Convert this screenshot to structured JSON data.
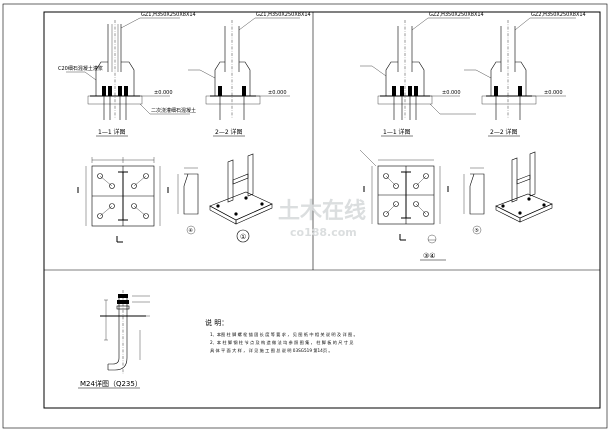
{
  "sheet": {
    "watermark": {
      "brand": "土木在线",
      "sub": "co188.com"
    }
  },
  "panel_a": {
    "section_1_label": "1—1 详图",
    "section_2_label": "2—2 详图",
    "section_1_leader": "GZ1,H350X250X8X14",
    "section_2_leader": "GZ1,H350X250X8X14",
    "elevation_1": "±0.000",
    "elevation_2": "±0.000",
    "rib_note": "C20细石混凝土灌浆",
    "grout_note": "二次浇灌细石混凝土",
    "plan_circle_label": "①",
    "plate_label": "④"
  },
  "panel_b": {
    "section_1_label": "1—1 详图",
    "section_2_label": "2—2 详图",
    "section_1_leader": "GZ2,H350X250X8X14",
    "section_2_leader": "GZ2,H350X250X8X14",
    "elevation_1": "±0.000",
    "elevation_2": "±0.000",
    "plan_circle_label": "③④",
    "plate_label": "⑤"
  },
  "bolt": {
    "title": "M24详图（Q235）"
  },
  "notes": {
    "heading": "说 明：",
    "lines": [
      "1、本图 柱 脚 螺 栓 锚 固 长 度 等 要 求 ， 见 图 纸 中 相 关 说 明 及 详 图 。",
      "2、本 柱 脚 钢 柱 节 点 及 构 造 做 法 均 参 照 图 集 ， 柱 脚 板 的 尺 寸 见",
      "   具 体 平 面 大 样 ， 详 见 施 工 图 总 说 明 03SG519 第14页 。"
    ]
  }
}
